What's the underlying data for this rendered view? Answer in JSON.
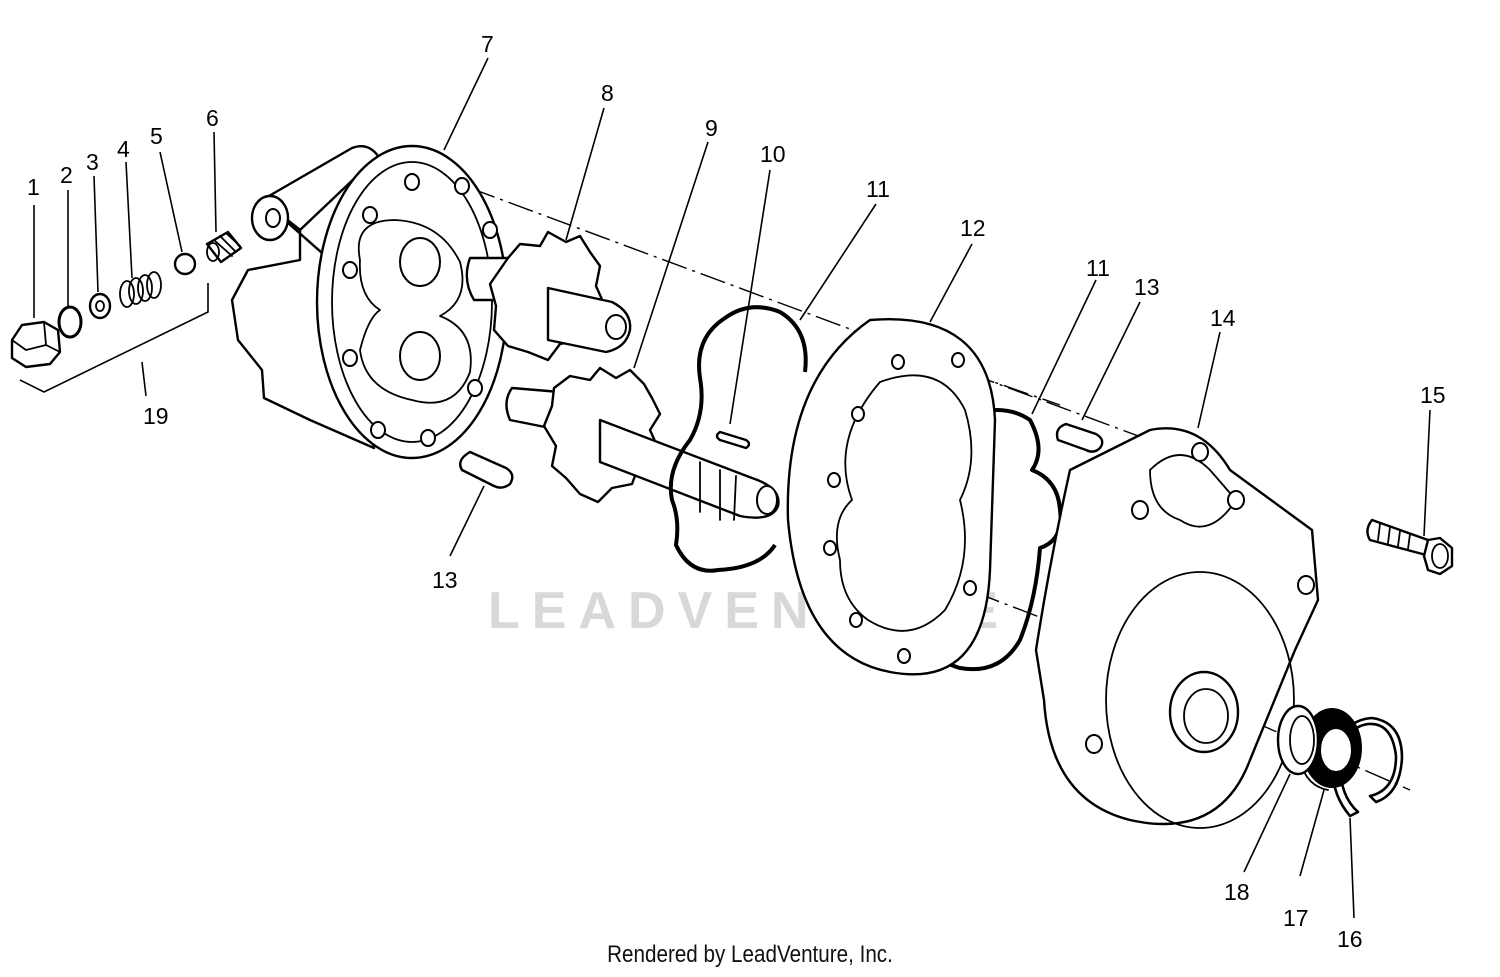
{
  "diagram": {
    "callouts": {
      "c1": "1",
      "c2": "2",
      "c3": "3",
      "c4": "4",
      "c5": "5",
      "c6": "6",
      "c7": "7",
      "c8": "8",
      "c9": "9",
      "c10": "10",
      "c11a": "11",
      "c11b": "11",
      "c12": "12",
      "c13a": "13",
      "c13b": "13",
      "c14": "14",
      "c15": "15",
      "c16": "16",
      "c17": "17",
      "c18": "18",
      "c19": "19"
    },
    "watermark": "LEADVENTURE"
  },
  "footer": {
    "credit": "Rendered by LeadVenture, Inc."
  }
}
